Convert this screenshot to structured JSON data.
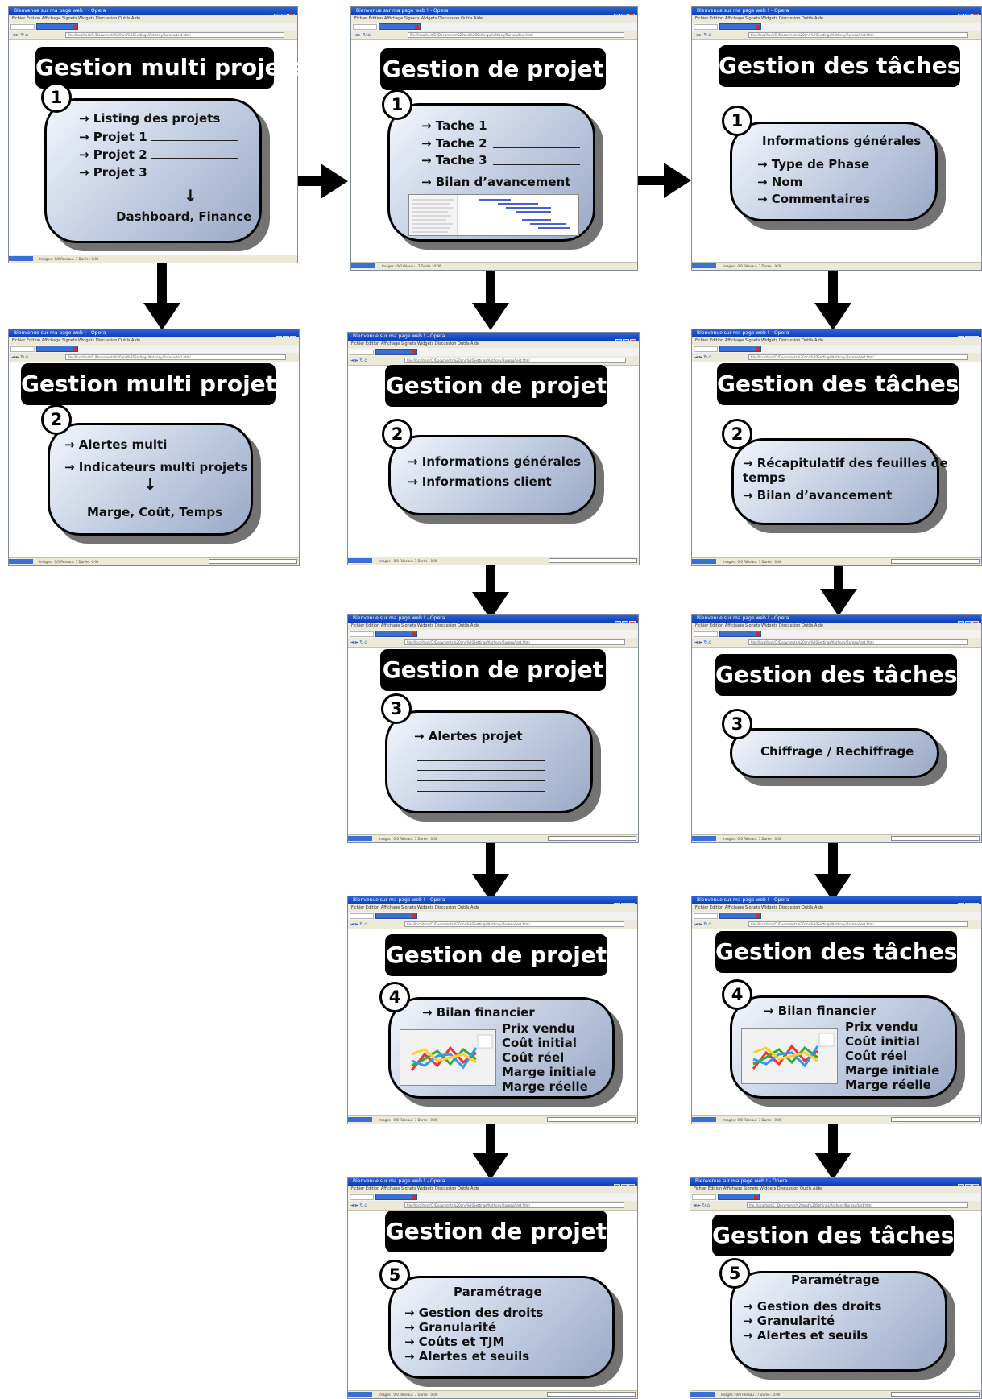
{
  "browser": {
    "title": "Bienvenue sur ma page web ! - Opera",
    "menu": "Fichier  Édition  Affichage  Signets  Widgets  Discussion  Outils  Aide",
    "url": "file://localhost/C:/Documents%20and%20Settings/Anthony/Bureau/test.html",
    "status": "Images : 0/0    Réseau : 7    Durée : 0:00"
  },
  "headings": {
    "multi": "Gestion multi projets",
    "projet": "Gestion de projet",
    "taches": "Gestion des tâches"
  },
  "multi_1": {
    "step": "1",
    "listing": "→ Listing des projets",
    "projet1": "→ Projet 1",
    "projet2": "→ Projet 2",
    "projet3": "→ Projet 3",
    "down_arrow": "↓",
    "result": "Dashboard, Finance"
  },
  "multi_2": {
    "step": "2",
    "alertes": "→ Alertes multi",
    "indicateurs": "→ Indicateurs multi projets",
    "down_arrow": "↓",
    "result": "Marge, Coût, Temps"
  },
  "projet_1": {
    "step": "1",
    "tache1": "→ Tache 1",
    "tache2": "→ Tache 2",
    "tache3": "→ Tache 3",
    "bilan": "→ Bilan d’avancement"
  },
  "projet_2": {
    "step": "2",
    "info_gen": "→ Informations générales",
    "info_client": "→ Informations client"
  },
  "projet_3": {
    "step": "3",
    "alertes": "→ Alertes projet"
  },
  "projet_4": {
    "step": "4",
    "bilan": "→ Bilan financier",
    "prix": "Prix vendu",
    "cout_initial": "Coût initial",
    "cout_reel": "Coût réel",
    "marge_initiale": "Marge initiale",
    "marge_reelle": "Marge réelle"
  },
  "projet_5": {
    "step": "5",
    "title": "Paramétrage",
    "droits": "→ Gestion des droits",
    "granularite": "→ Granularité",
    "couts": "→ Coûts et TJM",
    "alertes": "→ Alertes et seuils"
  },
  "taches_1": {
    "step": "1",
    "title": "Informations générales",
    "type": "→ Type de Phase",
    "nom": "→ Nom",
    "commentaires": "→ Commentaires"
  },
  "taches_2": {
    "step": "2",
    "recap_1": "→ Récapitulatif des feuilles de",
    "recap_2": "temps",
    "bilan": "→ Bilan d’avancement"
  },
  "taches_3": {
    "step": "3",
    "chiffrage": "Chiffrage / Rechiffrage"
  },
  "taches_4": {
    "step": "4",
    "bilan": "→ Bilan financier",
    "prix": "Prix vendu",
    "cout_initial": "Coût initial",
    "cout_reel": "Coût réel",
    "marge_initiale": "Marge initiale",
    "marge_reelle": "Marge réelle"
  },
  "taches_5": {
    "step": "5",
    "title": "Paramétrage",
    "droits": "→ Gestion des droits",
    "granularite": "→ Granularité",
    "alertes": "→ Alertes et seuils"
  },
  "colors": {
    "heading_bg": "#000000",
    "heading_text": "#ffffff",
    "bubble_light": "#f3f6fb",
    "bubble_dark": "#9aa9c6",
    "browser_title": "#0b3fb8",
    "gantt_bar": "#4a5fd0"
  }
}
